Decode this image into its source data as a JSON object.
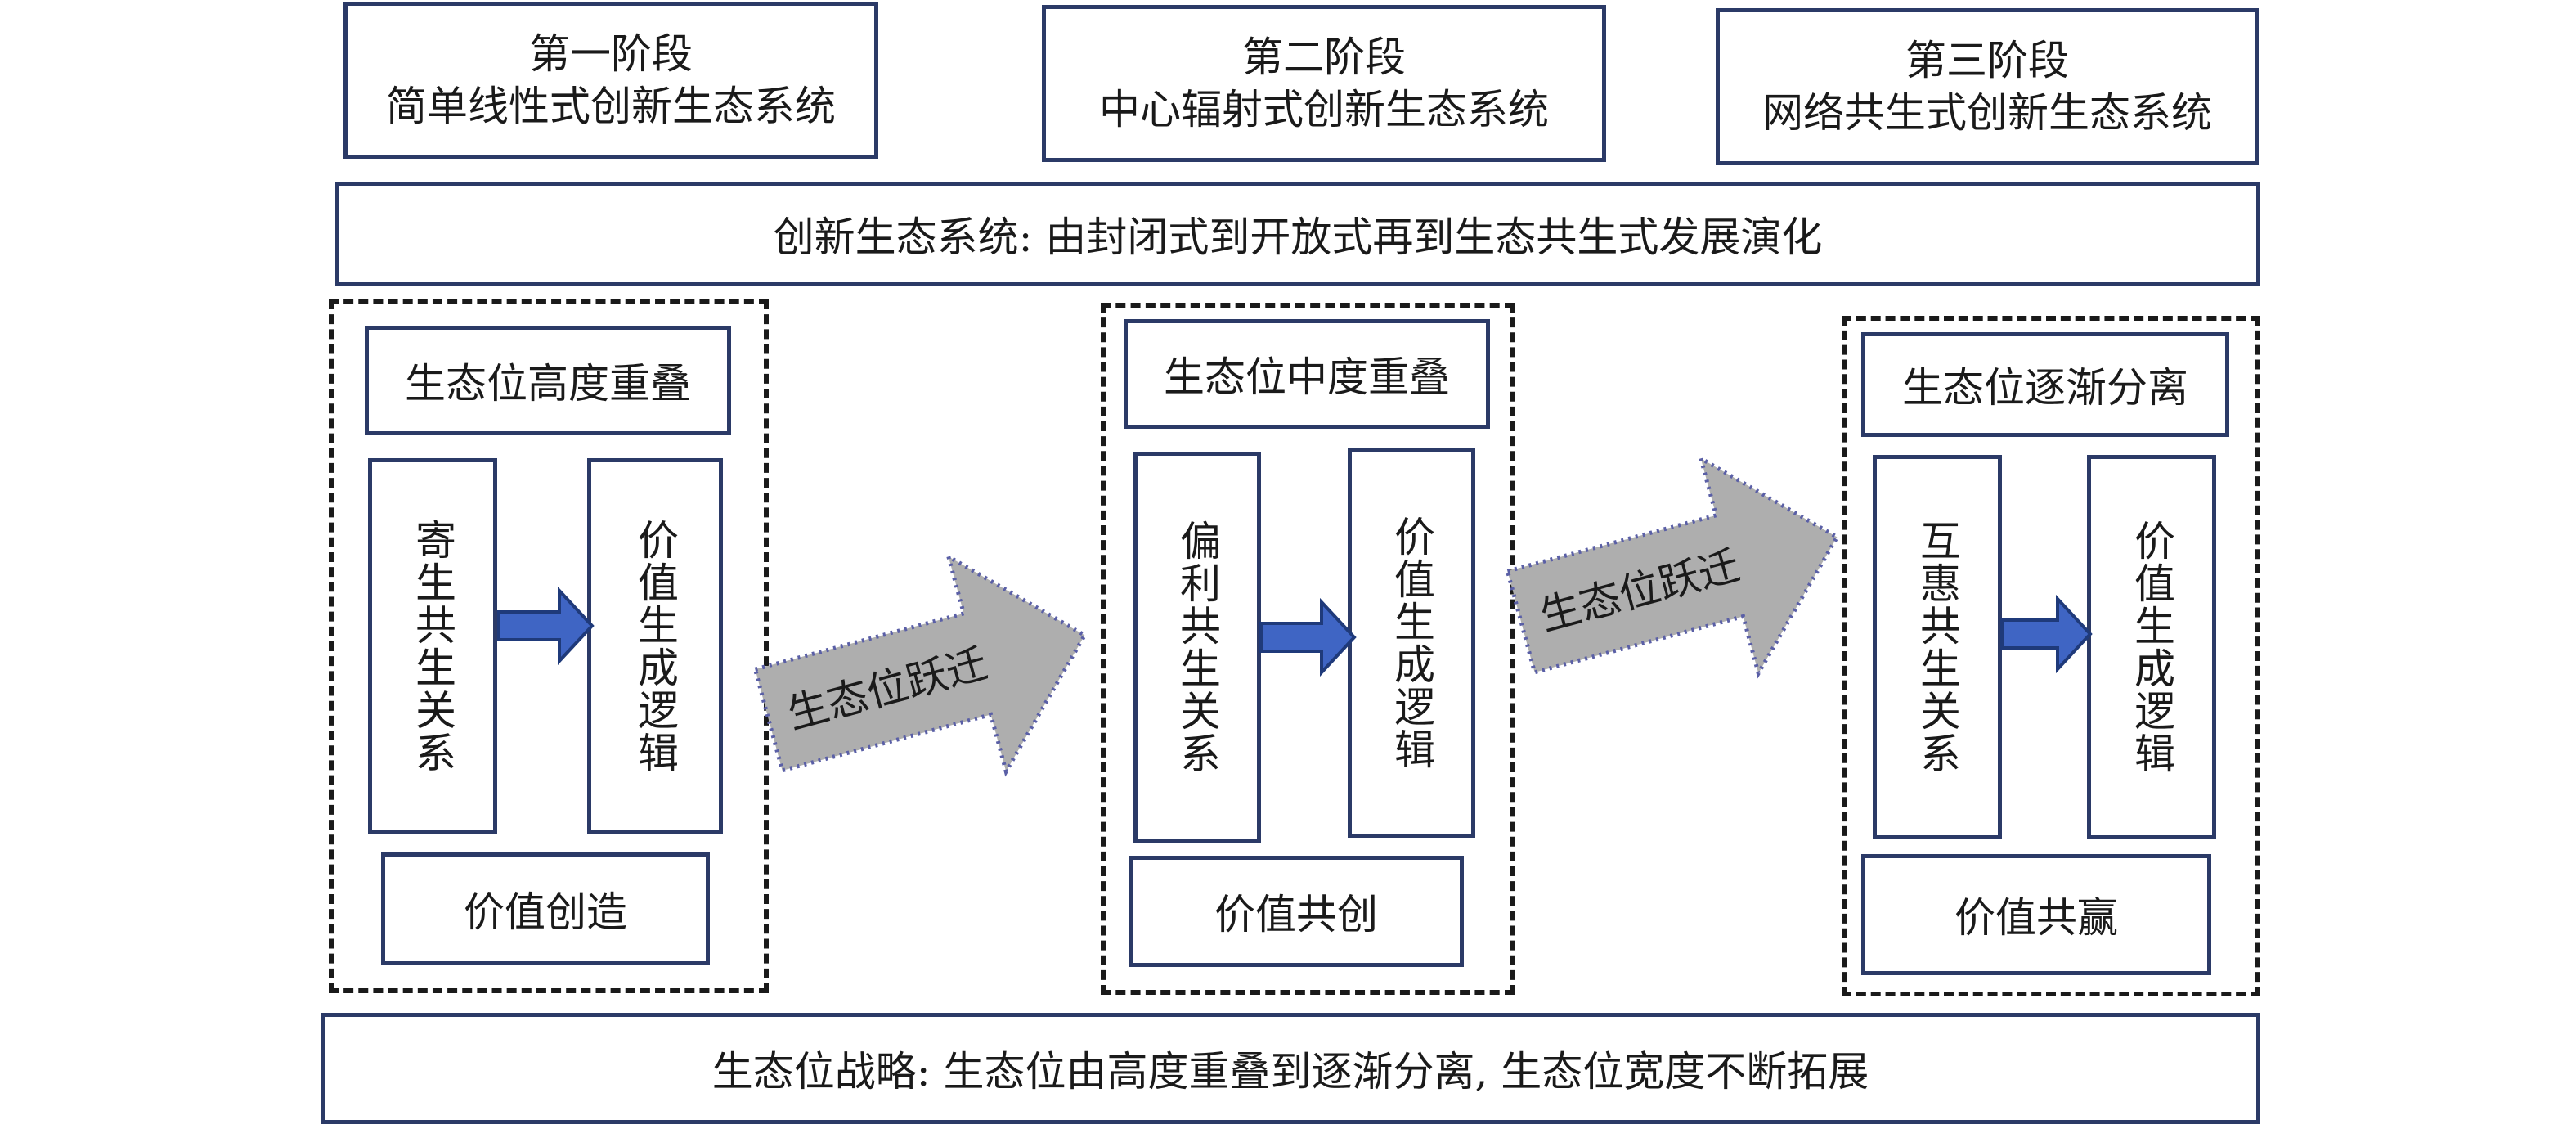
{
  "stages": [
    {
      "stage": "第一阶段",
      "system": "简单线性式创新生态系统"
    },
    {
      "stage": "第二阶段",
      "system": "中心辐射式创新生态系统"
    },
    {
      "stage": "第三阶段",
      "system": "网络共生式创新生态系统"
    }
  ],
  "banner_top": "创新生态系统: 由封闭式到开放式再到生态共生式发展演化",
  "panels": [
    {
      "title": "生态位高度重叠",
      "relation": "寄生共生关系",
      "logic": "价值生成逻辑",
      "value": "价值创造"
    },
    {
      "title": "生态位中度重叠",
      "relation": "偏利共生关系",
      "logic": "价值生成逻辑",
      "value": "价值共创"
    },
    {
      "title": "生态位逐渐分离",
      "relation": "互惠共生关系",
      "logic": "价值生成逻辑",
      "value": "价值共赢"
    }
  ],
  "transition_label": "生态位跃迁",
  "banner_bottom": "生态位战略: 生态位由高度重叠到逐渐分离, 生态位宽度不断拓展",
  "colors": {
    "box_border": "#2b3a67",
    "small_arrow_fill": "#3f65c4",
    "small_arrow_stroke": "#1f3a7a",
    "big_arrow_fill": "#aeaeae",
    "big_arrow_stroke": "#5a5fa6"
  }
}
